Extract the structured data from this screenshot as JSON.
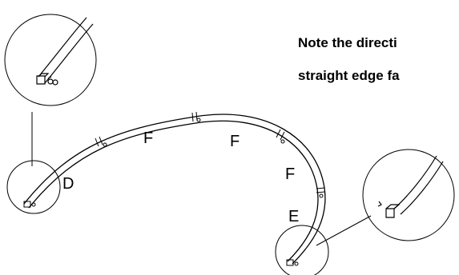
{
  "note": {
    "line1": "Note the directi",
    "line2": "straight edge fa"
  },
  "labels": {
    "d": "D",
    "e": "E",
    "f1": "F",
    "f2": "F",
    "f3": "F"
  },
  "colors": {
    "ink": "#000000",
    "background": "#ffffff"
  }
}
